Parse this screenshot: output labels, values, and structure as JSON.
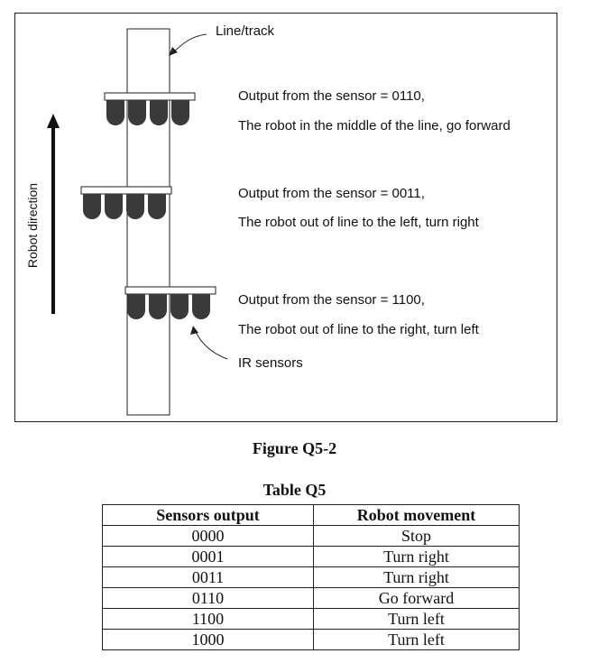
{
  "figure": {
    "line_label": "Line/track",
    "ir_label": "IR sensors",
    "direction_label": "Robot direction",
    "states": [
      {
        "output": "Output from the sensor = 0110,",
        "description": "The robot in the middle of the line, go forward"
      },
      {
        "output": "Output from the sensor = 0011,",
        "description": "The robot out of line to the left, turn right"
      },
      {
        "output": "Output from the sensor = 1100,",
        "description": "The robot out of line to the right, turn left"
      }
    ],
    "caption": "Figure Q5-2"
  },
  "table": {
    "caption": "Table Q5",
    "headers": [
      "Sensors output",
      "Robot movement"
    ],
    "rows": [
      [
        "0000",
        "Stop"
      ],
      [
        "0001",
        "Turn right"
      ],
      [
        "0011",
        "Turn right"
      ],
      [
        "0110",
        "Go forward"
      ],
      [
        "1100",
        "Turn left"
      ],
      [
        "1000",
        "Turn left"
      ]
    ]
  },
  "colors": {
    "sensor_fill": "#3a3a3a",
    "line": "#222222"
  }
}
